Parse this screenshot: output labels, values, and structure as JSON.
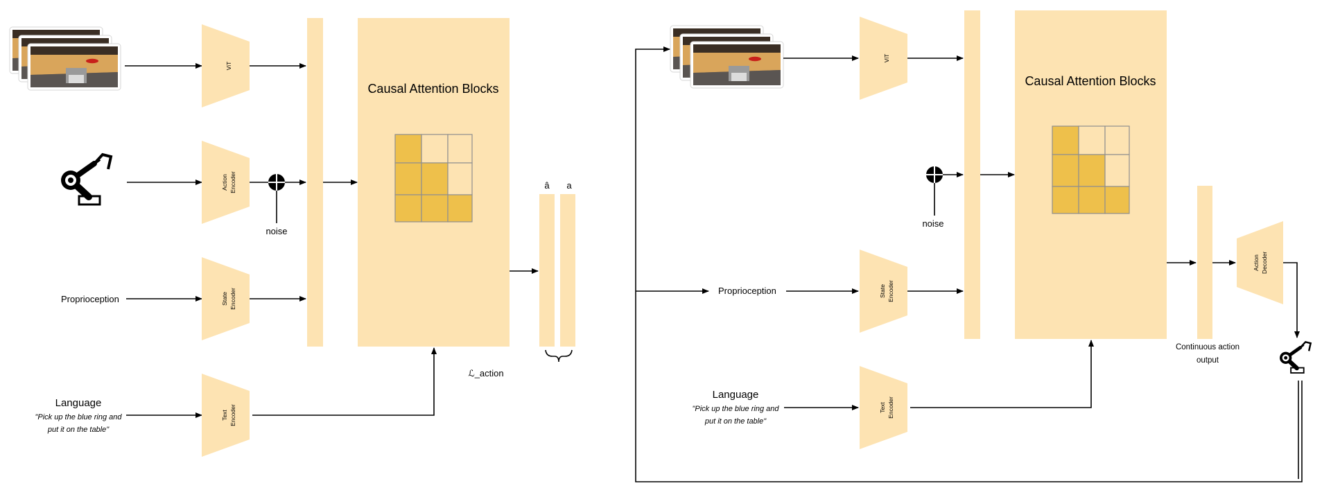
{
  "left": {
    "vit_label": "ViT",
    "action_encoder_label": [
      "Action",
      "Encoder"
    ],
    "state_encoder_label": [
      "State",
      "Encoder"
    ],
    "text_encoder_label": [
      "Text",
      "Encoder"
    ],
    "noise_label": "noise",
    "proprioception_label": "Proprioception",
    "language_title": "Language",
    "language_quote_lines": [
      "\"Pick up the blue ring and",
      "put it on the table\""
    ],
    "attention_title": "Causal Attention Blocks",
    "output_labels": [
      "â",
      "a"
    ],
    "loss_label": "ℒ_action"
  },
  "right": {
    "vit_label": "ViT",
    "state_encoder_label": [
      "State",
      "Encoder"
    ],
    "text_encoder_label": [
      "Text",
      "Encoder"
    ],
    "action_decoder_label": [
      "Action",
      "Decoder"
    ],
    "noise_label": "noise",
    "proprioception_label": "Proprioception",
    "language_title": "Language",
    "language_quote_lines": [
      "\"Pick up the blue ring and",
      "put it on the table\""
    ],
    "attention_title": "Causal Attention Blocks",
    "continuous_output_lines": [
      "Continuous action",
      "output"
    ]
  },
  "attention_matrix": [
    [
      1,
      0,
      0
    ],
    [
      1,
      1,
      0
    ],
    [
      1,
      1,
      1
    ]
  ],
  "colors": {
    "panel": "#fde3b2",
    "cell_active": "#eec04b",
    "cell_inactive": "#fde3b2",
    "lines": "#000000"
  },
  "icons": [
    "camera-frames-icon",
    "robot-arm-icon",
    "noise-sum-icon"
  ]
}
